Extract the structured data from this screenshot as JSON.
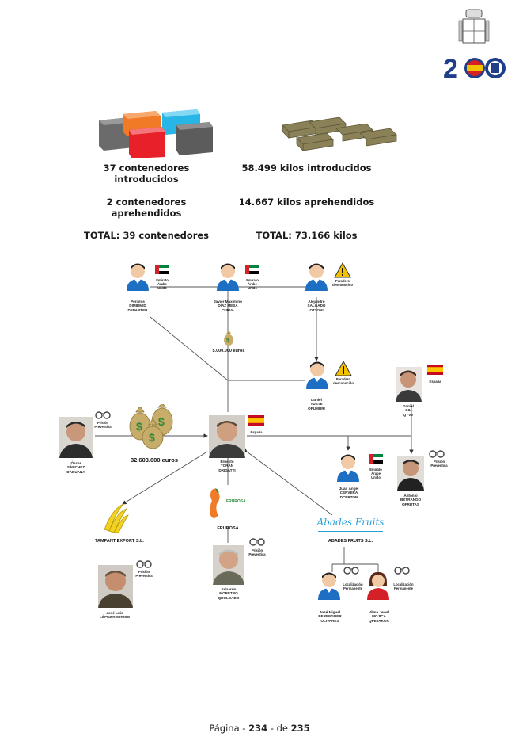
{
  "header": {
    "anniversary_number": "200"
  },
  "stats": {
    "containers_introduced": "37 contenedores\nintroducidos",
    "containers_seized": "2 contenedores\naprehendidos",
    "containers_total": "TOTAL: 39 contenedores",
    "kilos_introduced": "58.499 kilos introducidos",
    "kilos_seized": "14.667 kilos aprehendidos",
    "kilos_total": "TOTAL: 73.166 kilos"
  },
  "people": {
    "p1": {
      "name": "Periklos\nDIMIDMID\nDEPARTER",
      "note": "Emirato\nÁrabe\nUnido"
    },
    "p2": {
      "name": "Javier Maximino\nDÍAZ MESA\nCURVA",
      "note": "Emirato\nÁrabe\nUnido"
    },
    "p3": {
      "name": "Alejandro\nSALGADO\nOTTONI",
      "note": "Paradero\ndesconocido"
    },
    "p4": {
      "name": "Daniel\nYUSTE\nOPUMURI",
      "note": "Paradero\ndesconocido"
    },
    "p5": {
      "name": "Daniel\nGIL\nQYVV",
      "note": "España"
    },
    "p6": {
      "name": "Óscar\nSÁNCHEZ\nDADUANA",
      "note": "Prisión\nPreventiva"
    },
    "p7": {
      "name": "Ernesto\nTORAN\nDRIGATTI",
      "note": "España"
    },
    "p8": {
      "name": "Juan Ángel\nCERVERA\nDCERTON",
      "note": "Emirato\nÁrabe\nUnido"
    },
    "p9": {
      "name": "Antonio\nBETRANDO\nQFRUTAS",
      "note": "Prisión\nPreventiva"
    },
    "p10": {
      "name": "José Luis\nLÓPEZ RODRIGO",
      "note": "Prisión\nPreventiva"
    },
    "p11": {
      "name": "Eduardo\nMORETRO\nQROLDADO",
      "note": "Prisión\nPreventiva"
    },
    "p12": {
      "name": "José Miguel\nBERENGUER\nOLIVARES",
      "note": "Localización\nPermanente"
    },
    "p13": {
      "name": "Vilma Jewel\nMOJICA\nQPETAKOA",
      "note": "Localización\nPermanente"
    }
  },
  "money": {
    "small": "5.000.000 euros",
    "large": "32.603.000 euros"
  },
  "companies": {
    "tampant": "TAMPANT EXPORT S.L.",
    "frutas_name": "FRUROSA",
    "frutas_logo": "FRUROSA",
    "abades_logo": "Abades Fruits",
    "abades_name": "ABADES FRUITS S.L."
  },
  "footer": {
    "prefix": "Página - ",
    "page": "234",
    "mid": " - de ",
    "total": "235"
  },
  "colors": {
    "red": "#d42027",
    "blue": "#1d6fc4",
    "gold": "#f2c100",
    "olive": "#8a8158"
  }
}
